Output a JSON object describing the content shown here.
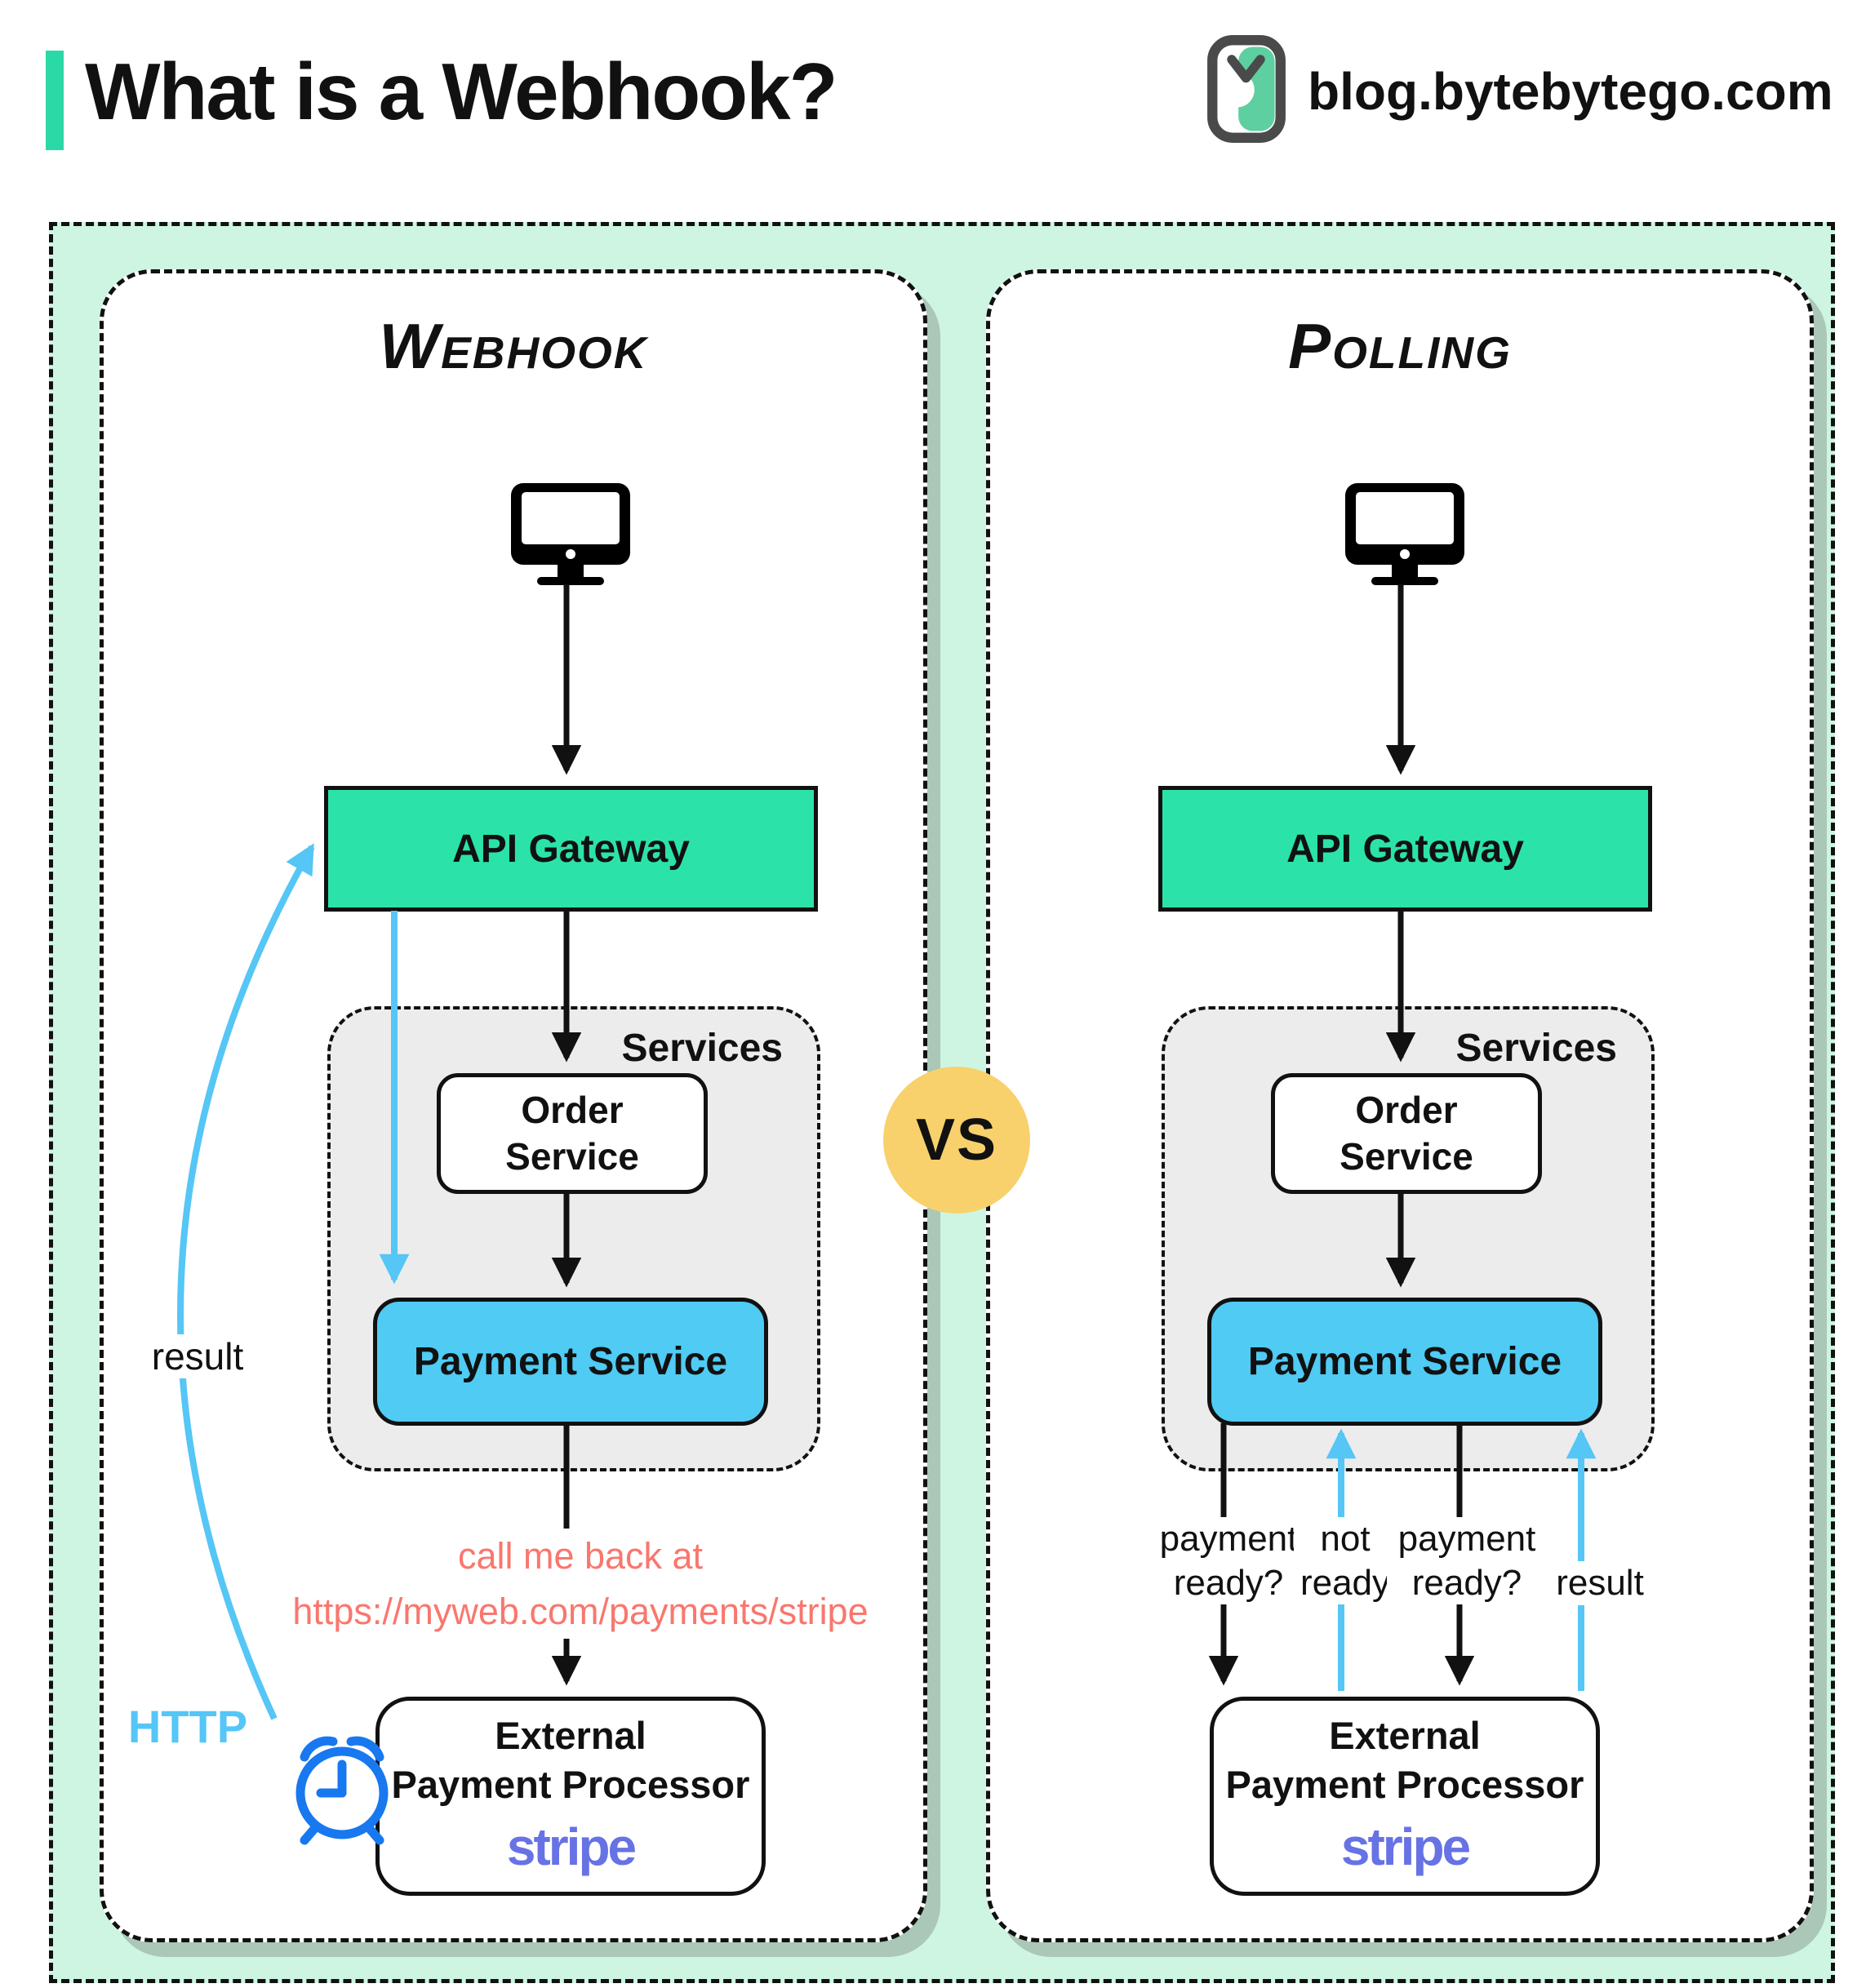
{
  "header": {
    "title": "What is a Webhook?",
    "site": "blog.bytebytego.com",
    "logo_icon": "bytebytego-logo-icon"
  },
  "vs_label": "VS",
  "panels": {
    "webhook": {
      "title": "Webhook",
      "client_icon": "desktop-computer-icon",
      "api_gateway_label": "API Gateway",
      "services_label": "Services",
      "order_service_lines": [
        "Order",
        "Service"
      ],
      "payment_service_label": "Payment Service",
      "callback_note_lines": [
        "call me back at",
        "https://myweb.com/payments/stripe"
      ],
      "external_processor_lines": [
        "External",
        "Payment Processor"
      ],
      "external_brand": "stripe",
      "result_label": "result",
      "http_label": "HTTP",
      "timer_icon": "alarm-clock-icon"
    },
    "polling": {
      "title": "Polling",
      "client_icon": "desktop-computer-icon",
      "api_gateway_label": "API Gateway",
      "services_label": "Services",
      "order_service_lines": [
        "Order",
        "Service"
      ],
      "payment_service_label": "Payment Service",
      "external_processor_lines": [
        "External",
        "Payment Processor"
      ],
      "external_brand": "stripe",
      "poll_labels": {
        "request1": [
          "payment",
          "ready?"
        ],
        "response1": [
          "not",
          "ready"
        ],
        "request2": [
          "payment",
          "ready?"
        ],
        "response2": [
          "result"
        ]
      }
    }
  },
  "colors": {
    "mint_bg": "#CEF5E2",
    "teal": "#2BE3A9",
    "accent_teal": "#2BD9A6",
    "payment_blue": "#4FCBF4",
    "arrow_blue": "#55C6F5",
    "http_blue": "#55C6F7",
    "clock_blue": "#1878F0",
    "note_red": "#F9776E",
    "vs_yellow": "#F8D16C",
    "services_gray": "#ECECEC",
    "stripe_purple": "#6772E5",
    "panel_shadow": "#ABC7B7",
    "ink": "#111111"
  }
}
